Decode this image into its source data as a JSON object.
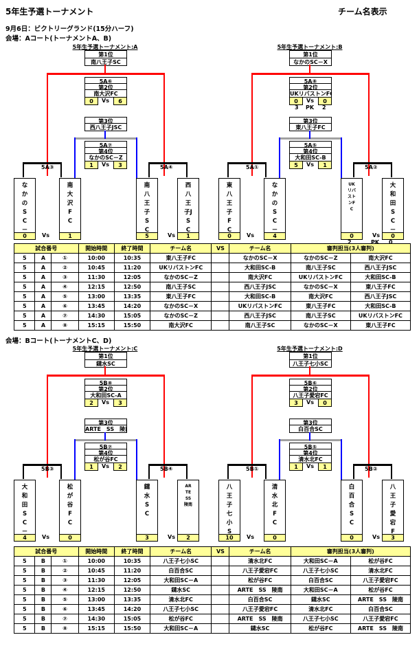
{
  "header": {
    "title": "5年生予選トーナメント",
    "right": "チーム名表示",
    "date": "9月6日：ビクトリーグランド(15分ハーフ)"
  },
  "venueA": "会場：Aコート(トーナメントA、B)",
  "venueB": "会場：Bコート(トーナメントC、D)",
  "vs": "Vs",
  "pk": "PK",
  "brackets": [
    {
      "title": "5年生予選トーナメント:A",
      "first_label": "第1位",
      "first": "南八王子SC",
      "final_code": "5A⑥",
      "second_label": "第2位",
      "second": "南大沢FC",
      "final_l": "0",
      "final_r": "6",
      "final_pk_l": "",
      "final_pk_r": "",
      "third_label": "第3位",
      "third": "西八王子JSC",
      "third_code": "5A⑦",
      "fourth_label": "第4位",
      "fourth": "なかのSC－Z",
      "third_l": "1",
      "third_r": "3",
      "third_pk_l": "",
      "third_pk_r": "",
      "sf_l_code": "5A③",
      "sf_r_code": "5A④",
      "teams": [
        "なかのSC－Z",
        "南大沢FC",
        "南八王子SC",
        "西八王子JSC"
      ],
      "scores": [
        "0",
        "1",
        "5",
        "1"
      ],
      "pk": [
        "",
        "",
        "",
        ""
      ]
    },
    {
      "title": "5年生予選トーナメント:B",
      "first_label": "第1位",
      "first": "なかのSC－X",
      "final_code": "5A⑧",
      "second_label": "第2位",
      "second": "UKリバストンFC",
      "final_l": "0",
      "final_r": "0",
      "final_pk_l": "3",
      "final_pk_r": "2",
      "third_label": "第3位",
      "third": "東八王子FC",
      "third_code": "5A⑤",
      "fourth_label": "第4位",
      "fourth": "大和田SC-B",
      "third_l": "5",
      "third_r": "1",
      "third_pk_l": "",
      "third_pk_r": "",
      "sf_l_code": "5A①",
      "sf_r_code": "5A②",
      "teams": [
        "東八王子FC",
        "なかのSC－X",
        "UKリバストンFC",
        "大和田SC－B"
      ],
      "scores": [
        "0",
        "4",
        "0",
        "0"
      ],
      "pk": [
        "",
        "",
        "2",
        "0"
      ]
    },
    {
      "title": "5年生予選トーナメント:C",
      "first_label": "第1位",
      "first": "鑓水SC",
      "final_code": "5B⑧",
      "second_label": "第2位",
      "second": "大和田SC-A",
      "final_l": "2",
      "final_r": "3",
      "final_pk_l": "",
      "final_pk_r": "",
      "third_label": "第3位",
      "third": "ARTE　SS　陵南",
      "third_code": "5B⑦",
      "fourth_label": "第4位",
      "fourth": "松が谷FC",
      "third_l": "1",
      "third_r": "2",
      "third_pk_l": "",
      "third_pk_r": "",
      "sf_l_code": "5B③",
      "sf_r_code": "5B④",
      "teams": [
        "大和田SC－A",
        "松が谷FC",
        "鑓水SC",
        "ARTE SS 陵南"
      ],
      "scores": [
        "4",
        "0",
        "3",
        "2"
      ],
      "pk": [
        "",
        "",
        "",
        ""
      ]
    },
    {
      "title": "5年生予選トーナメント:D",
      "first_label": "第1位",
      "first": "八王子七小SC",
      "final_code": "5B⑥",
      "second_label": "第2位",
      "second": "八王子愛宕FC",
      "final_l": "3",
      "final_r": "0",
      "final_pk_l": "",
      "final_pk_r": "",
      "third_label": "第3位",
      "third": "白百合SC",
      "third_code": "5B⑤",
      "fourth_label": "第4位",
      "fourth": "清水北FC",
      "third_l": "1",
      "third_r": "1",
      "third_pk_l": "",
      "third_pk_r": "",
      "sf_l_code": "5B①",
      "sf_r_code": "5B②",
      "teams": [
        "八王子七小SC",
        "清水北FC",
        "白百合SC",
        "八王子愛宕FC"
      ],
      "scores": [
        "10",
        "0",
        "0",
        "3"
      ],
      "pk": [
        "",
        "",
        "",
        ""
      ]
    }
  ],
  "table_headers": {
    "match_no": "試合番号",
    "start": "開始時間",
    "end": "終了時間",
    "team": "チーム名",
    "vs": "VS",
    "referee": "審判担当(3人審判)"
  },
  "tableA": [
    [
      "5",
      "A",
      "①",
      "10:00",
      "10:35",
      "東八王子FC",
      "なかのSC－X",
      "なかのSC－Z",
      "南大沢FC"
    ],
    [
      "5",
      "A",
      "②",
      "10:45",
      "11:20",
      "UKリバストンFC",
      "大和田SC-B",
      "南八王子SC",
      "西八王子JSC"
    ],
    [
      "5",
      "A",
      "③",
      "11:30",
      "12:05",
      "なかのSC－Z",
      "南大沢FC",
      "UKリバストンFC",
      "大和田SC-B"
    ],
    [
      "5",
      "A",
      "④",
      "12:15",
      "12:50",
      "南八王子SC",
      "西八王子JSC",
      "なかのSC－X",
      "東八王子FC"
    ],
    [
      "5",
      "A",
      "⑤",
      "13:00",
      "13:35",
      "東八王子FC",
      "大和田SC-B",
      "南大沢FC",
      "西八王子JSC"
    ],
    [
      "5",
      "A",
      "⑥",
      "13:45",
      "14:20",
      "なかのSC－X",
      "UKリバストンFC",
      "東八王子FC",
      "大和田SC-B"
    ],
    [
      "5",
      "A",
      "⑦",
      "14:30",
      "15:05",
      "なかのSC－Z",
      "西八王子JSC",
      "南八王子SC",
      "UKリバストンFC"
    ],
    [
      "5",
      "A",
      "⑧",
      "15:15",
      "15:50",
      "南大沢FC",
      "南八王子SC",
      "なかのSC－X",
      "東八王子FC"
    ]
  ],
  "tableB": [
    [
      "5",
      "B",
      "①",
      "10:00",
      "10:35",
      "八王子七小SC",
      "清水北FC",
      "大和田SC－A",
      "松が谷FC"
    ],
    [
      "5",
      "B",
      "②",
      "10:45",
      "11:20",
      "白百合SC",
      "八王子愛宕FC",
      "八王子七小SC",
      "清水北FC"
    ],
    [
      "5",
      "B",
      "③",
      "11:30",
      "12:05",
      "大和田SC－A",
      "松が谷FC",
      "白百合SC",
      "八王子愛宕FC"
    ],
    [
      "5",
      "B",
      "④",
      "12:15",
      "12:50",
      "鑓水SC",
      "ARTE　SS　陵南",
      "大和田SC－A",
      "松が谷FC"
    ],
    [
      "5",
      "B",
      "⑤",
      "13:00",
      "13:35",
      "清水北FC",
      "白百合SC",
      "鑓水SC",
      "ARTE　SS　陵南"
    ],
    [
      "5",
      "B",
      "⑥",
      "13:45",
      "14:20",
      "八王子七小SC",
      "八王子愛宕FC",
      "清水北FC",
      "白百合SC"
    ],
    [
      "5",
      "B",
      "⑦",
      "14:30",
      "15:05",
      "松が谷FC",
      "ARTE　SS　陵南",
      "八王子七小SC",
      "八王子愛宕FC"
    ],
    [
      "5",
      "B",
      "⑧",
      "15:15",
      "15:50",
      "大和田SC－A",
      "鑓水SC",
      "松が谷FC",
      "ARTE　SS　陵南"
    ]
  ]
}
